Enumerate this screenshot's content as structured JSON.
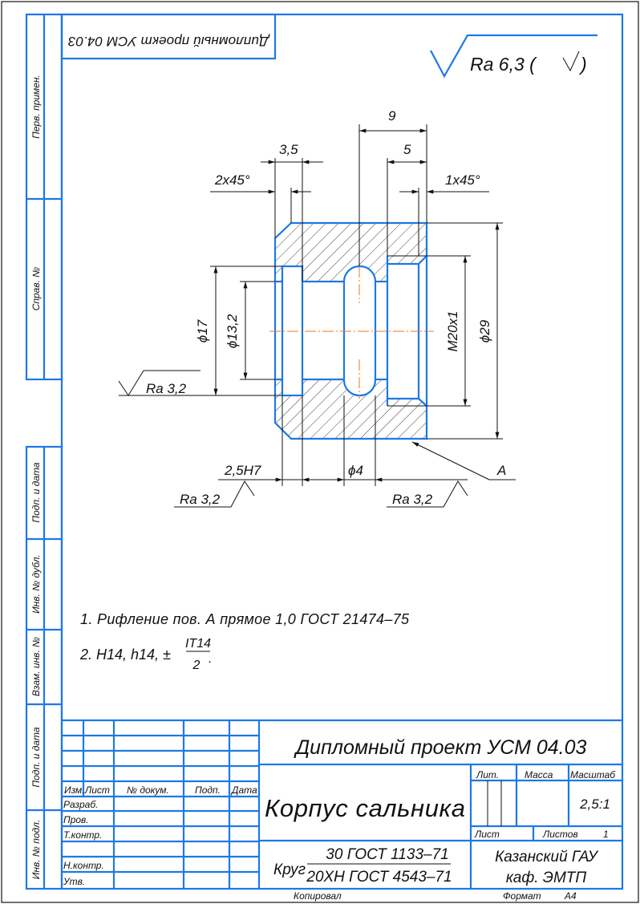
{
  "drawing": {
    "rotated_title": "Дипломный проект УСМ 04.03",
    "general_roughness": "Ra 6,3 (",
    "general_roughness_close": ")",
    "dimensions": {
      "d9": "9",
      "d5": "5",
      "d35": "3,5",
      "chamfer_left": "2x45°",
      "chamfer_right": "1x45°",
      "d29": "ϕ29",
      "m20": "M20x1",
      "d17": "ϕ17",
      "d132": "ϕ13,2",
      "groove": "2,5H7",
      "hole": "ϕ4",
      "surface_label": "A"
    },
    "roughness": {
      "left": "Ra 3,2",
      "bottom_left": "Ra 3,2",
      "bottom_right": "Ra 3,2"
    },
    "notes": {
      "note1": "1. Рифление пов. А прямое 1,0 ГОСТ 21474–75",
      "note2": "2. H14, h14, ±",
      "frac_num": "IT14",
      "frac_den": "2",
      "frac_end": "."
    }
  },
  "side_strip": [
    "Перв. примен.",
    "Справ. №",
    "Подп. и дата",
    "Инв. № дубл.",
    "Взам. инв. №",
    "Подп. и дата",
    "Инв. № подл."
  ],
  "title_block": {
    "designation": "Дипломный проект УСМ 04.03",
    "part_name": "Корпус сальника",
    "headers": {
      "izm": "Изм.",
      "list": "Лист",
      "doc": "№ докум.",
      "sign": "Подп.",
      "date": "Дата"
    },
    "roles": [
      "Разраб.",
      "Пров.",
      "Т.контр.",
      "",
      "Н.контр.",
      "Утв."
    ],
    "lit_label": "Лит.",
    "mass_label": "Масса",
    "scale_label": "Масштаб",
    "scale_value": "2,5:1",
    "sheet_label": "Лист",
    "sheets_label": "Листов",
    "sheets_value": "1",
    "material_prefix": "Круг",
    "material_top": "30 ГОСТ 1133–71",
    "material_bottom": "20ХН ГОСТ 4543–71",
    "org_line1": "Казанский ГАУ",
    "org_line2": "каф. ЭМТП",
    "copied_label": "Копировал",
    "format_label": "Формат",
    "format_value": "А4"
  },
  "colors": {
    "frame": "#1e78e6",
    "centerline": "#f07a1a",
    "lines": "#111111"
  }
}
